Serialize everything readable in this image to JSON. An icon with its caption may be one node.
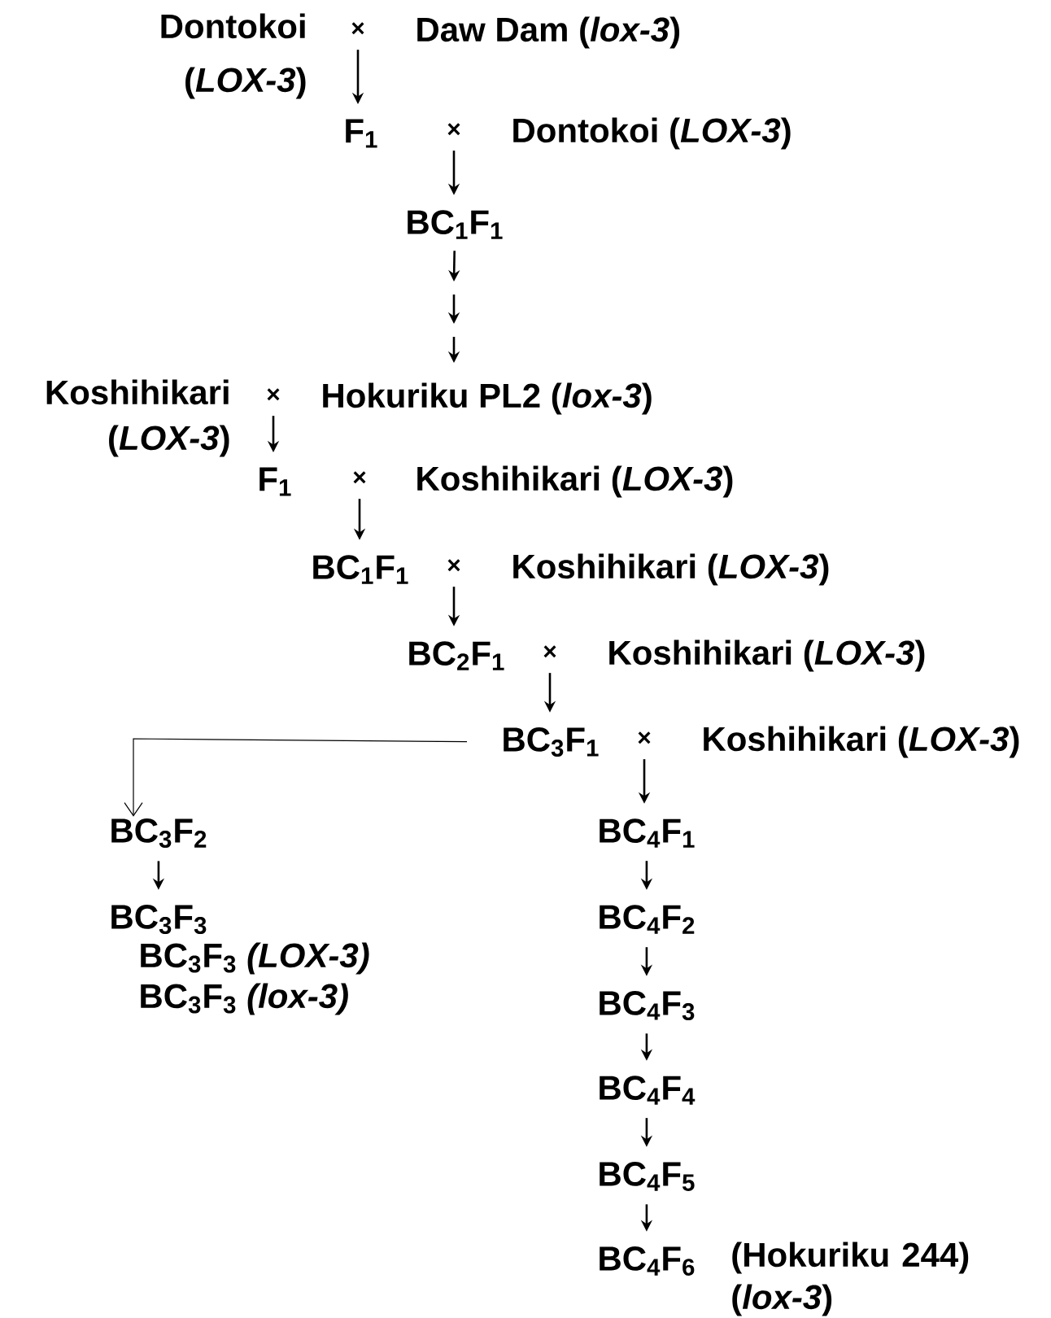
{
  "diagram": {
    "nodes": [
      {
        "text": [
          "Dontokoi (*LOX-3*)"
        ]
      },
      {
        "text": [
          "×"
        ]
      },
      {
        "text": [
          "Daw Dam (*lox-3*)"
        ]
      },
      {
        "text": [
          "F$_{1}$"
        ]
      },
      {
        "text": [
          "×"
        ]
      },
      {
        "text": [
          "Dontokoi (*LOX-3*)"
        ]
      },
      {
        "text": [
          "BC$_{1}$F$_{1}$"
        ]
      },
      {
        "text": [
          "Koshihikari (*LOX-3*)"
        ]
      },
      {
        "text": [
          "×"
        ]
      },
      {
        "text": [
          "Hokuriku PL2 (*lox-3*)"
        ]
      },
      {
        "text": [
          "F$_{1}$"
        ]
      },
      {
        "text": [
          "×"
        ]
      },
      {
        "text": [
          "Koshihikari (*LOX-3*)"
        ]
      },
      {
        "text": [
          "BC$_{1}$F$_{1}$"
        ]
      },
      {
        "text": [
          "×"
        ]
      },
      {
        "text": [
          "Koshihikari (*LOX-3*)"
        ]
      },
      {
        "text": [
          "BC$_{2}$F$_{1}$"
        ]
      },
      {
        "text": [
          "×"
        ]
      },
      {
        "text": [
          "Koshihikari (*LOX-3*)"
        ]
      },
      {
        "text": [
          "BC$_{3}$F$_{1}$"
        ]
      },
      {
        "text": [
          "×"
        ]
      },
      {
        "text": [
          "Koshihikari (*LOX-3*)"
        ]
      },
      {
        "text": [
          "BC$_{3}$F$_{2}$"
        ]
      },
      {
        "text": [
          "BC$_{4}$F$_{1}$"
        ]
      },
      {
        "text": [
          "BC$_{3}$F$_{3}$"
        ]
      },
      {
        "text": [
          "BC$_{4}$F$_{2}$"
        ]
      },
      {
        "text": [
          "BC$_{4}$F$_{3}$"
        ]
      },
      {
        "text": [
          "BC$_{4}$F$_{4}$"
        ]
      },
      {
        "text": [
          "BC$_{4}$F$_{5}$"
        ]
      },
      {
        "text": [
          "BC$_{4}$F$_{6}$"
        ],
        "beside": [
          "(Hokuriku 244) (*lox-3*)"
        ]
      }
    ],
    "edges": [
      {
        "from": 1,
        "to": 3,
        "arrow": "to"
      },
      {
        "from": 4,
        "to": 6,
        "arrow": "to"
      },
      {
        "from": 6,
        "to": null,
        "arrow": "to"
      },
      {
        "from": null,
        "to": 9,
        "arrow": "to"
      },
      {
        "from": 8,
        "to": 10,
        "arrow": "to"
      },
      {
        "from": 11,
        "to": 13,
        "arrow": "to"
      },
      {
        "from": 14,
        "to": 16,
        "arrow": "to"
      },
      {
        "from": 17,
        "to": 19,
        "arrow": "to"
      },
      {
        "from": 19,
        "to": 22,
        "arrow": "to"
      },
      {
        "from": 20,
        "to": 23,
        "arrow": "to"
      },
      {
        "from": 22,
        "to": 24,
        "arrow": "to"
      },
      {
        "from": 23,
        "to": 25,
        "arrow": "to"
      },
      {
        "from": 25,
        "to": 26,
        "arrow": "to"
      },
      {
        "from": 26,
        "to": 27,
        "arrow": "to"
      },
      {
        "from": 27,
        "to": 28,
        "arrow": "to"
      },
      {
        "from": 28,
        "to": 29,
        "arrow": "to"
      }
    ],
    "labels": [
      "BC$_{3}$F$_{3}$ *(LOX-3)*",
      "BC$_{3}$F$_{3}$ *(lox-3)*"
    ]
  }
}
